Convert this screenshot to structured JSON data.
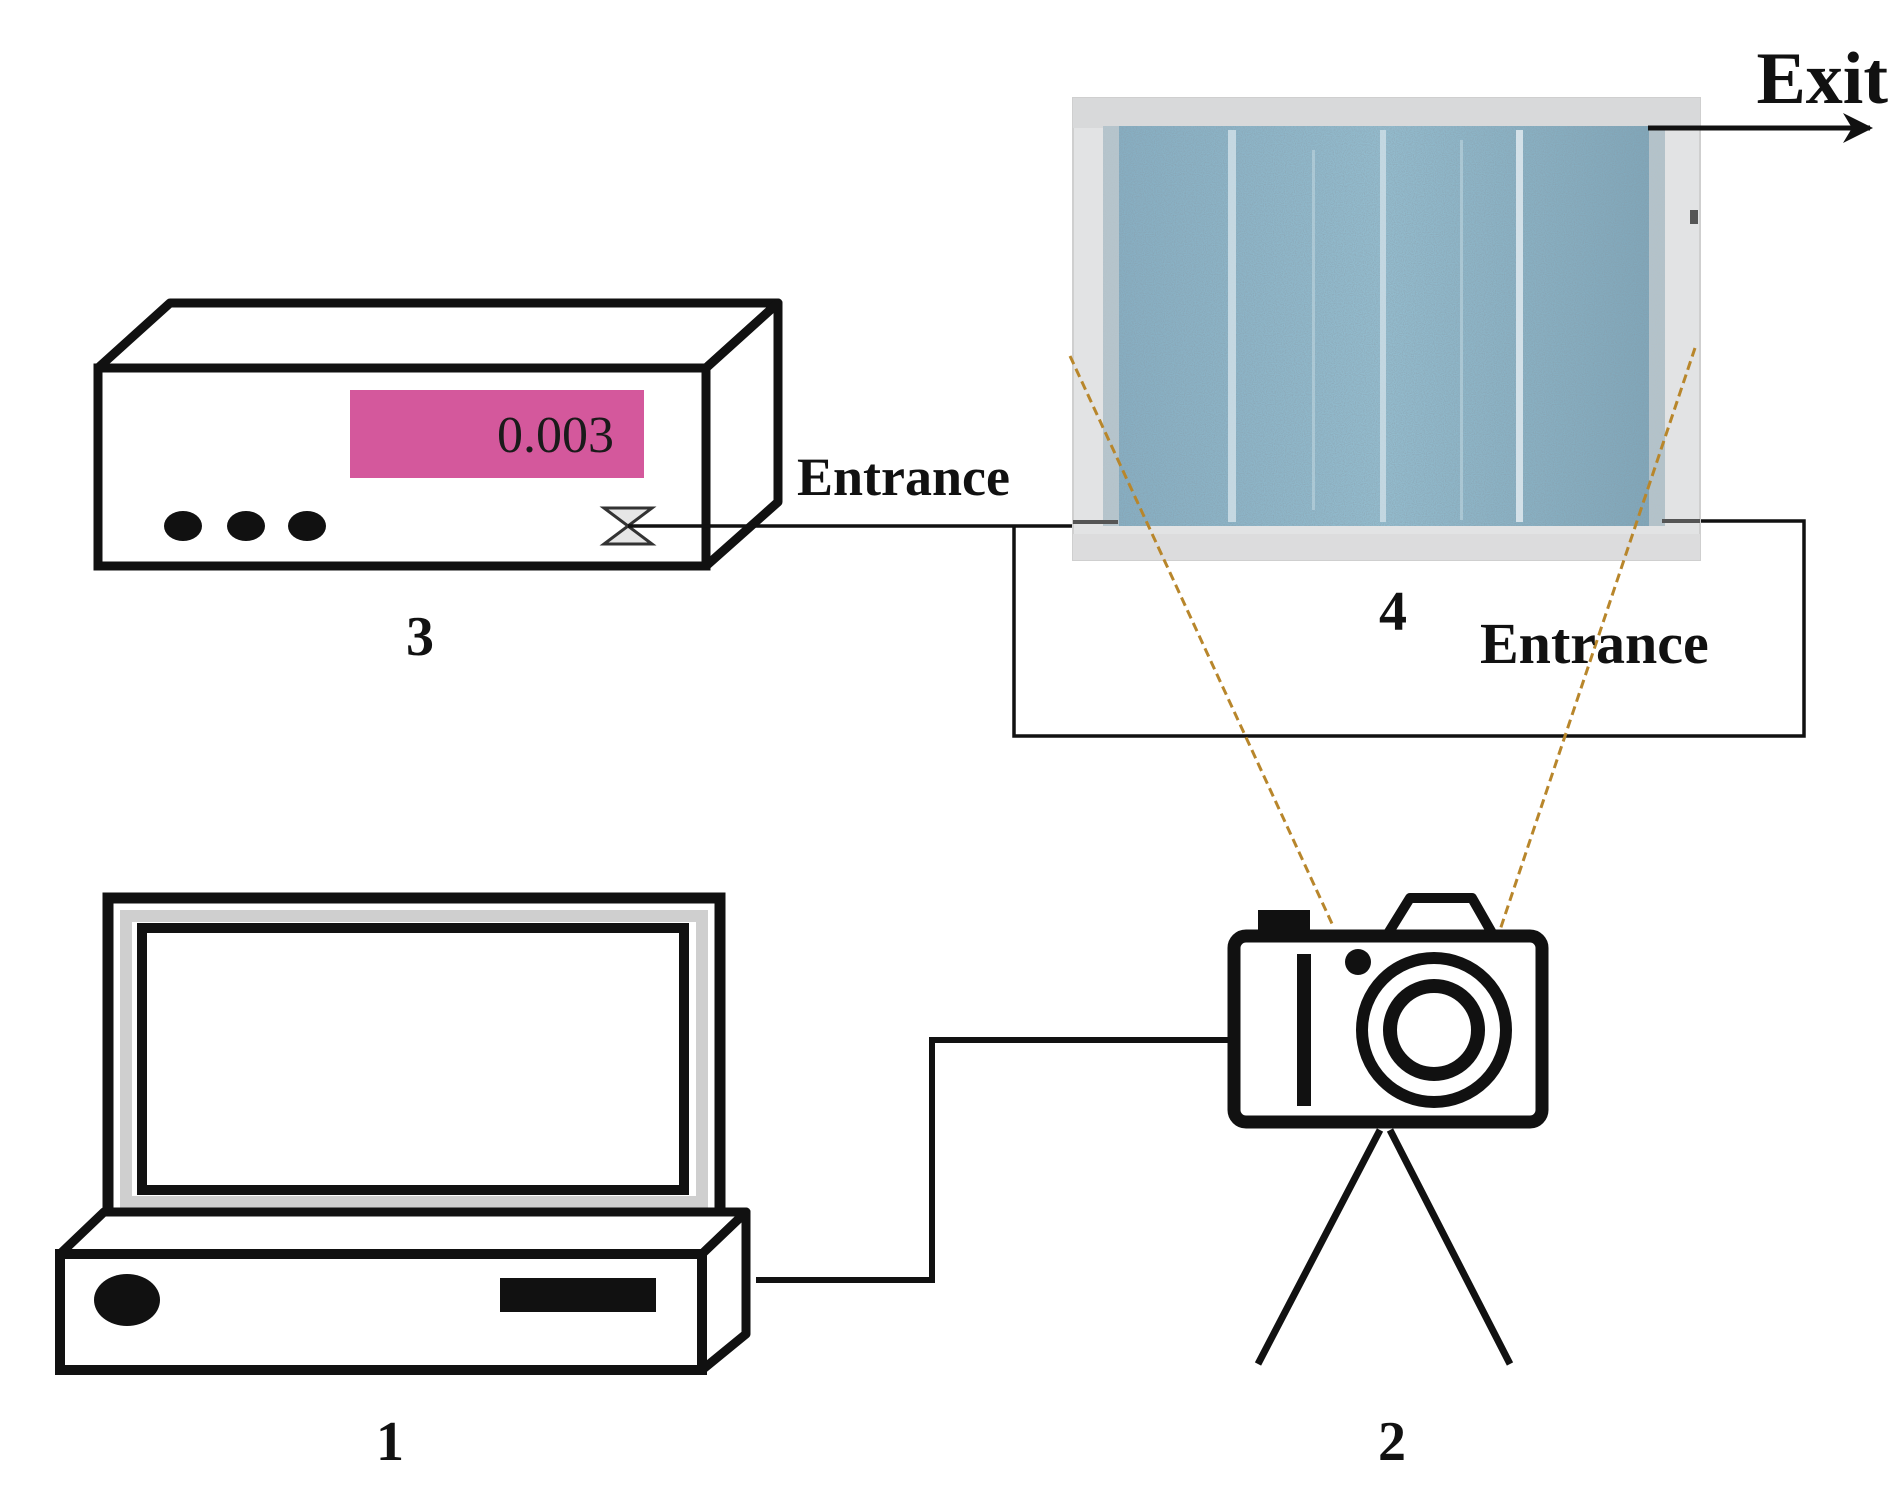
{
  "labels": {
    "exit": "Exit",
    "entrance_left": "Entrance",
    "entrance_right": "Entrance",
    "num_1": "1",
    "num_2": "2",
    "num_3": "3",
    "num_4": "4"
  },
  "instrument_display": {
    "value": "0.003",
    "color": "#d4589c"
  },
  "colors": {
    "line": "#111111",
    "field_of_view": "#b8862b",
    "sample_tint": "#8fb7c9"
  }
}
